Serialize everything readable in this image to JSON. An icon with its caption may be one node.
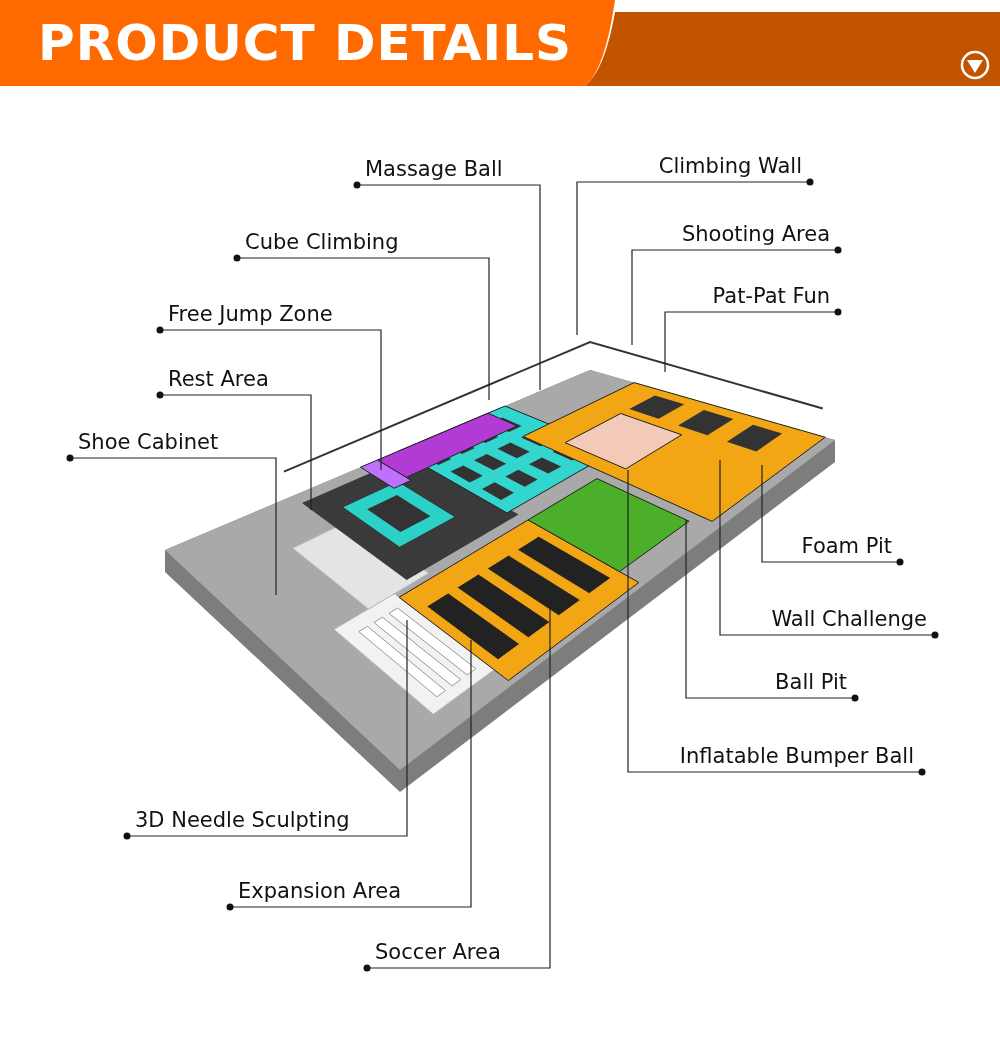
{
  "diagram": {
    "title": "PRODUCT DETAILS",
    "nodes": [
      {
        "text": [
          "Massage Ball"
        ]
      },
      {
        "text": [
          "Climbing Wall"
        ]
      },
      {
        "text": [
          "Cube Climbing"
        ]
      },
      {
        "text": [
          "Shooting Area"
        ]
      },
      {
        "text": [
          "Free Jump Zone"
        ]
      },
      {
        "text": [
          "Pat-Pat Fun"
        ]
      },
      {
        "text": [
          "Rest Area"
        ]
      },
      {
        "text": [
          "Shoe Cabinet"
        ]
      },
      {
        "text": [
          "Foam Pit"
        ]
      },
      {
        "text": [
          "Wall Challenge"
        ]
      },
      {
        "text": [
          "Ball Pit"
        ]
      },
      {
        "text": [
          "Inflatable Bumper Ball"
        ]
      },
      {
        "text": [
          "3D Needle Sculpting"
        ]
      },
      {
        "text": [
          "Expansion Area"
        ]
      },
      {
        "text": [
          "Soccer Area"
        ]
      }
    ],
    "edges": [
      {
        "from": 0,
        "to": null,
        "arrow": "other"
      },
      {
        "from": 1,
        "to": null,
        "arrow": "other"
      },
      {
        "from": 2,
        "to": null,
        "arrow": "other"
      },
      {
        "from": 3,
        "to": null,
        "arrow": "other"
      },
      {
        "from": 4,
        "to": null,
        "arrow": "other"
      },
      {
        "from": 5,
        "to": null,
        "arrow": "other"
      },
      {
        "from": 6,
        "to": null,
        "arrow": "other"
      },
      {
        "from": 7,
        "to": null,
        "arrow": "other"
      },
      {
        "from": 8,
        "to": null,
        "arrow": "other"
      },
      {
        "from": 9,
        "to": null,
        "arrow": "other"
      },
      {
        "from": 10,
        "to": null,
        "arrow": "other"
      },
      {
        "from": 11,
        "to": null,
        "arrow": "other"
      },
      {
        "from": 12,
        "to": null,
        "arrow": "other"
      },
      {
        "from": 13,
        "to": null,
        "arrow": "other"
      },
      {
        "from": 14,
        "to": null,
        "arrow": "other"
      }
    ]
  }
}
